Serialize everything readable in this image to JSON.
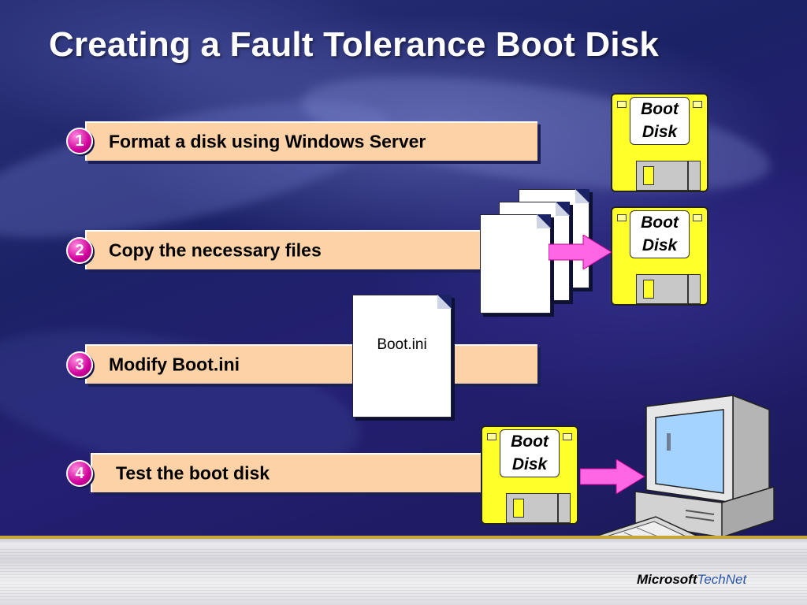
{
  "slide": {
    "title": "Creating a Fault Tolerance Boot Disk"
  },
  "steps": [
    {
      "number": "1",
      "label": "Format a disk using Windows Server"
    },
    {
      "number": "2",
      "label": "Copy the necessary files"
    },
    {
      "number": "3",
      "label": "Modify Boot.ini"
    },
    {
      "number": "4",
      "label": "Test the boot disk"
    }
  ],
  "floppy": {
    "line1": "Boot",
    "line2": "Disk"
  },
  "document": {
    "name": "Boot.ini"
  },
  "brand": {
    "microsoft": "Microsoft",
    "technet": "TechNet"
  },
  "colors": {
    "step_bar": "#fcd2a6",
    "number_badge": "#d0009c",
    "arrow": "#ff66e6",
    "floppy": "#ffff2a"
  },
  "icons": [
    "floppy-disk-icon",
    "document-icon",
    "arrow-right-icon",
    "computer-icon",
    "keyboard-icon"
  ]
}
